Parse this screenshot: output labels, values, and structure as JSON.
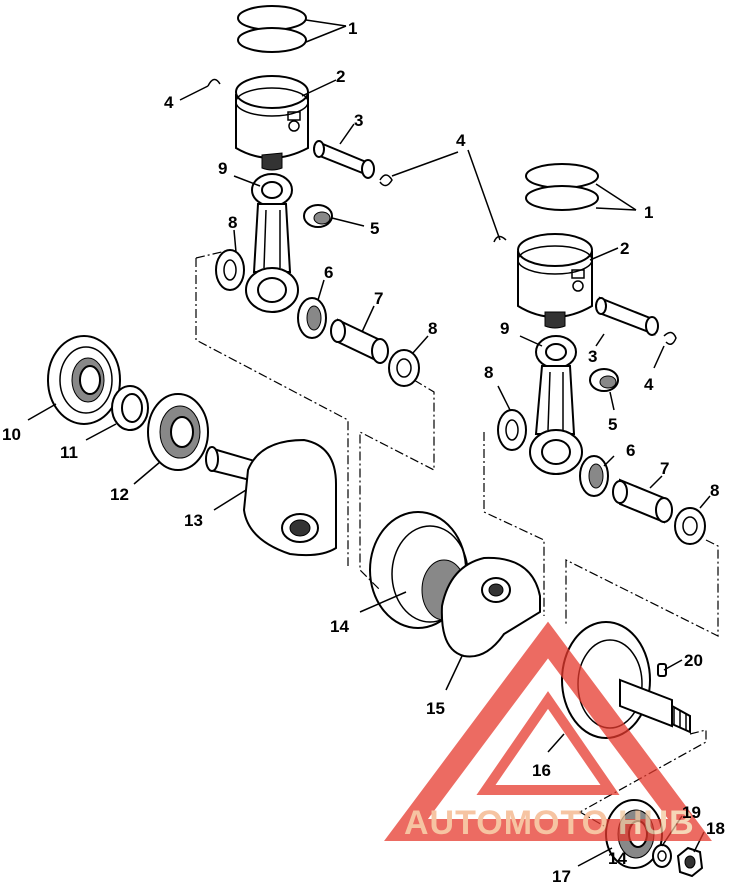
{
  "callouts": [
    {
      "id": "c1a",
      "label": "1"
    },
    {
      "id": "c2a",
      "label": "2"
    },
    {
      "id": "c3a",
      "label": "3"
    },
    {
      "id": "c4a",
      "label": "4"
    },
    {
      "id": "c4top",
      "label": "4"
    },
    {
      "id": "c9a",
      "label": "9"
    },
    {
      "id": "c5a",
      "label": "5"
    },
    {
      "id": "c8a",
      "label": "8"
    },
    {
      "id": "c6a",
      "label": "6"
    },
    {
      "id": "c7a",
      "label": "7"
    },
    {
      "id": "c8b",
      "label": "8"
    },
    {
      "id": "c1b",
      "label": "1"
    },
    {
      "id": "c2b",
      "label": "2"
    },
    {
      "id": "c9b",
      "label": "9"
    },
    {
      "id": "c3b",
      "label": "3"
    },
    {
      "id": "c4b",
      "label": "4"
    },
    {
      "id": "c8c",
      "label": "8"
    },
    {
      "id": "c5b",
      "label": "5"
    },
    {
      "id": "c6b",
      "label": "6"
    },
    {
      "id": "c7b",
      "label": "7"
    },
    {
      "id": "c8d",
      "label": "8"
    },
    {
      "id": "c10",
      "label": "10"
    },
    {
      "id": "c11",
      "label": "11"
    },
    {
      "id": "c12",
      "label": "12"
    },
    {
      "id": "c13",
      "label": "13"
    },
    {
      "id": "c14a",
      "label": "14"
    },
    {
      "id": "c15",
      "label": "15"
    },
    {
      "id": "c20",
      "label": "20"
    },
    {
      "id": "c16",
      "label": "16"
    },
    {
      "id": "c19",
      "label": "19"
    },
    {
      "id": "c18",
      "label": "18"
    },
    {
      "id": "c17",
      "label": "17"
    },
    {
      "id": "c14b",
      "label": "14"
    }
  ],
  "watermark": {
    "text_auto": "AUTOMOTO",
    "text_hub": "HUB",
    "color_triangle": "#e63a2e",
    "color_auto": "#f4b183",
    "color_hub": "#f2c9a0"
  }
}
